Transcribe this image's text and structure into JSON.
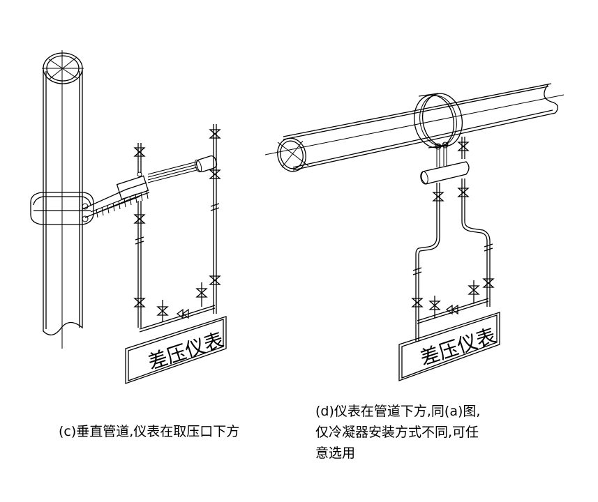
{
  "figure_c": {
    "meter_label": "差压仪表",
    "caption": "(c)垂直管道,仪表在取压口下方"
  },
  "figure_d": {
    "meter_label": "差压仪表",
    "caption_lines": [
      "(d)仪表在管道下方,同(a)图,",
      "仅冷凝器安装方式不同,可任",
      "意选用"
    ]
  }
}
